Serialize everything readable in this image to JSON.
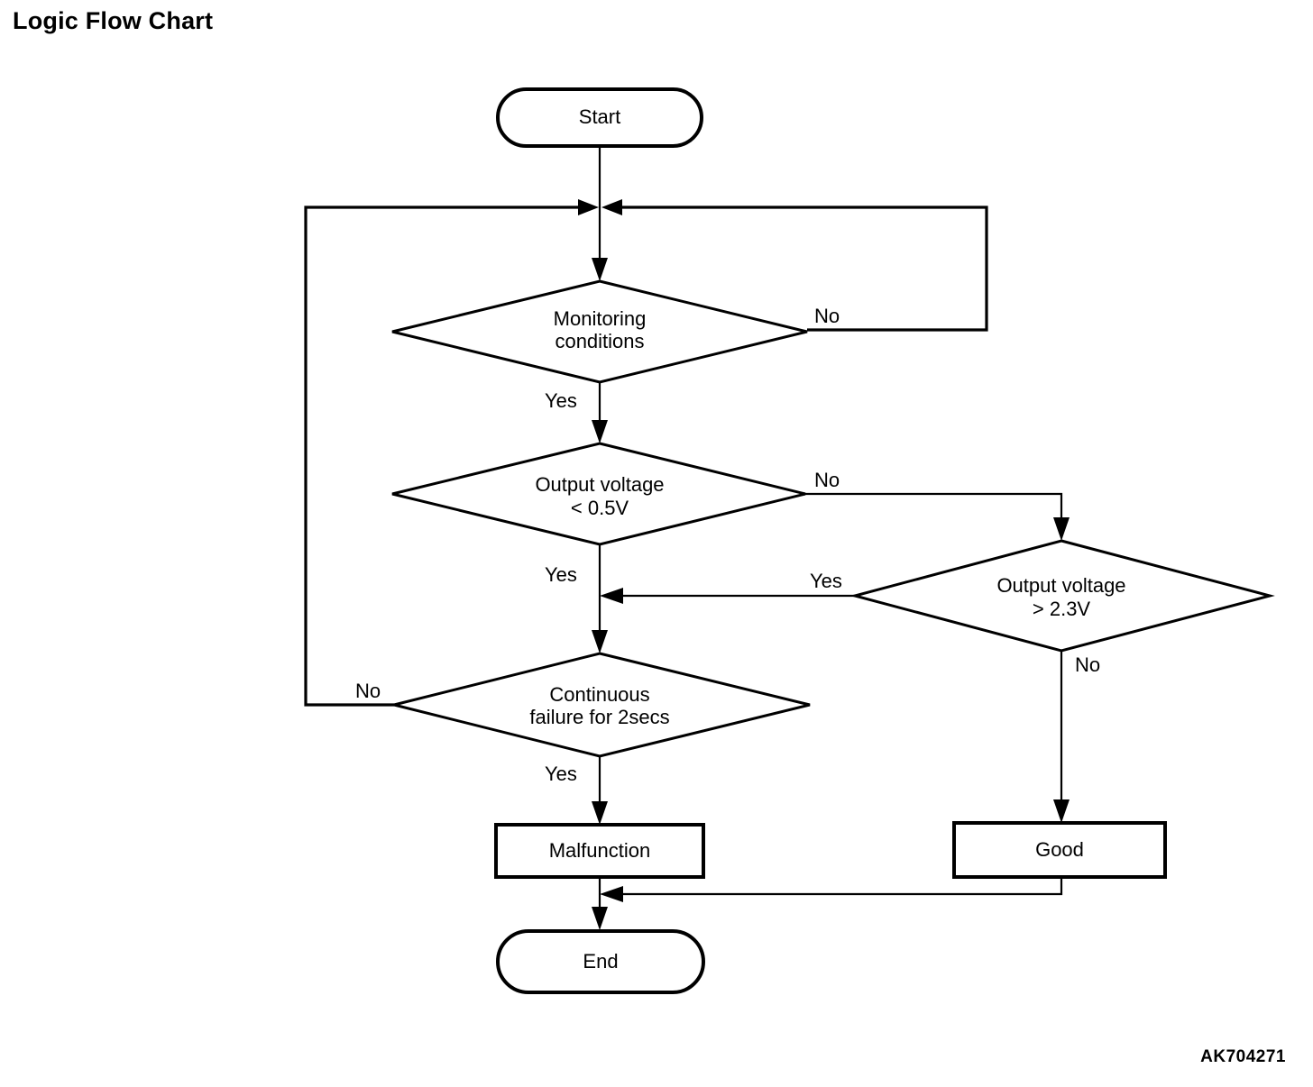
{
  "page": {
    "title": "Logic Flow Chart",
    "figure_code": "AK704271",
    "background_color": "#ffffff",
    "line_color": "#000000"
  },
  "chart_data": {
    "type": "diagram",
    "diagram_kind": "flowchart",
    "title": "Logic Flow Chart",
    "nodes": [
      {
        "id": "start",
        "shape": "terminator",
        "label": "Start"
      },
      {
        "id": "monitoring",
        "shape": "decision",
        "label": "Monitoring conditions",
        "line1": "Monitoring",
        "line2": "conditions"
      },
      {
        "id": "vlow",
        "shape": "decision",
        "label": "Output voltage < 0.5V",
        "line1": "Output voltage",
        "line2": "< 0.5V"
      },
      {
        "id": "vhigh",
        "shape": "decision",
        "label": "Output voltage > 2.3V",
        "line1": "Output voltage",
        "line2": "> 2.3V"
      },
      {
        "id": "continuous",
        "shape": "decision",
        "label": "Continuous failure for 2secs",
        "line1": "Continuous",
        "line2": "failure for 2secs"
      },
      {
        "id": "malfunction",
        "shape": "process",
        "label": "Malfunction"
      },
      {
        "id": "good",
        "shape": "process",
        "label": "Good"
      },
      {
        "id": "end",
        "shape": "terminator",
        "label": "End"
      }
    ],
    "edges": [
      {
        "from": "start",
        "to": "monitoring",
        "label": ""
      },
      {
        "from": "monitoring",
        "to": "monitoring",
        "label": "No",
        "note": "loops back to junction above monitoring"
      },
      {
        "from": "monitoring",
        "to": "vlow",
        "label": "Yes"
      },
      {
        "from": "vlow",
        "to": "vhigh",
        "label": "No"
      },
      {
        "from": "vlow",
        "to": "continuous",
        "label": "Yes"
      },
      {
        "from": "vhigh",
        "to": "continuous",
        "label": "Yes"
      },
      {
        "from": "vhigh",
        "to": "good",
        "label": "No"
      },
      {
        "from": "continuous",
        "to": "monitoring",
        "label": "No",
        "note": "loops back to junction above monitoring"
      },
      {
        "from": "continuous",
        "to": "malfunction",
        "label": "Yes"
      },
      {
        "from": "malfunction",
        "to": "end",
        "label": ""
      },
      {
        "from": "good",
        "to": "end",
        "label": ""
      }
    ],
    "edge_labels": {
      "monitoring_no": "No",
      "monitoring_yes": "Yes",
      "vlow_no": "No",
      "vlow_yes": "Yes",
      "vhigh_yes": "Yes",
      "vhigh_no": "No",
      "continuous_no": "No",
      "continuous_yes": "Yes"
    }
  }
}
